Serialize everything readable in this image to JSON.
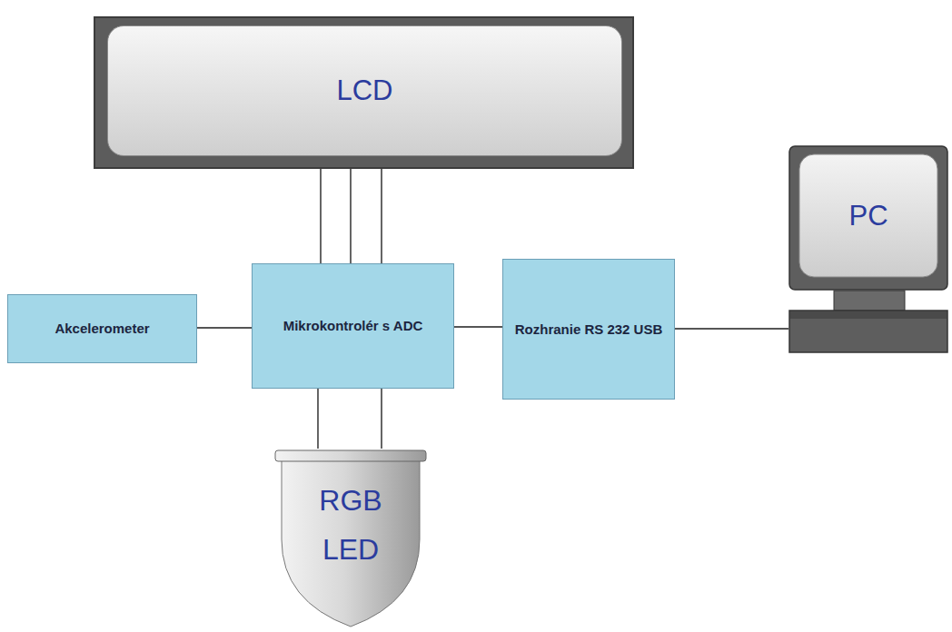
{
  "diagram": {
    "nodes": [
      {
        "text": [
          "LCD"
        ]
      },
      {
        "text": [
          "Akcelerometer"
        ]
      },
      {
        "text": [
          "Mikrokontrolér s ADC"
        ]
      },
      {
        "text": [
          "Rozhranie RS 232 USB"
        ]
      },
      {
        "text": [
          "PC"
        ]
      },
      {
        "text": [
          "RGB LED"
        ]
      }
    ],
    "edges": [
      {
        "from": 0,
        "to": 2,
        "arrow": "none"
      },
      {
        "from": 0,
        "to": 2,
        "arrow": "none"
      },
      {
        "from": 0,
        "to": 2,
        "arrow": "none"
      },
      {
        "from": 1,
        "to": 2,
        "arrow": "none"
      },
      {
        "from": 2,
        "to": 3,
        "arrow": "none"
      },
      {
        "from": 3,
        "to": 4,
        "arrow": "none"
      },
      {
        "from": 2,
        "to": 5,
        "arrow": "none"
      },
      {
        "from": 2,
        "to": 5,
        "arrow": "none"
      }
    ]
  }
}
